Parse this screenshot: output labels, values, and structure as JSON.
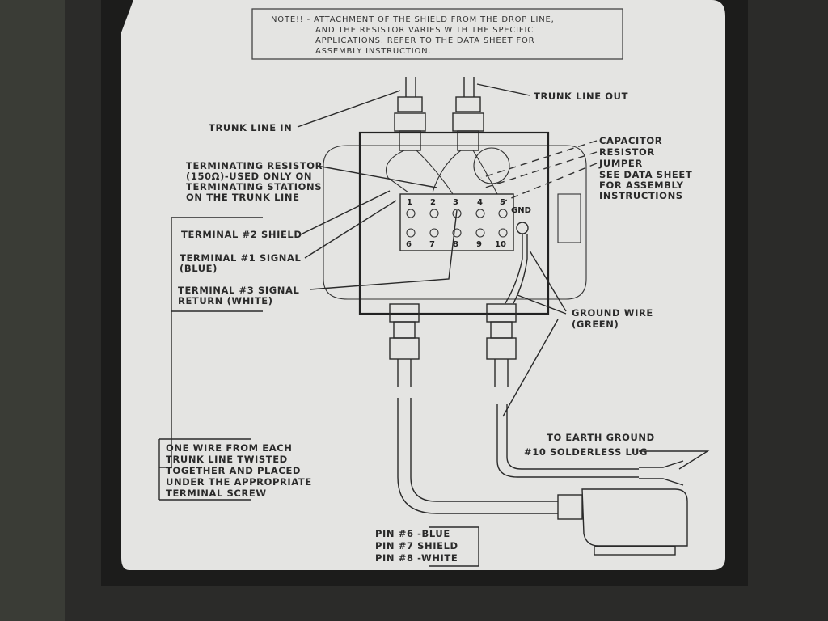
{
  "note": [
    "NOTE!! - ATTACHMENT OF THE SHIELD FROM THE DROP LINE,",
    "AND THE RESISTOR VARIES WITH THE SPECIFIC",
    "APPLICATIONS. REFER TO THE DATA SHEET FOR",
    "ASSEMBLY INSTRUCTION."
  ],
  "trunk_in": "TRUNK LINE IN",
  "trunk_out": "TRUNK LINE OUT",
  "components": [
    "CAPACITOR",
    "RESISTOR",
    "JUMPER",
    "SEE DATA SHEET",
    "FOR ASSEMBLY",
    "INSTRUCTIONS"
  ],
  "terminating_resistor": [
    "TERMINATING RESISTOR",
    "(150Ω)-USED ONLY ON",
    "TERMINATING STATIONS",
    "ON THE TRUNK LINE"
  ],
  "terminals": [
    "1",
    "2",
    "3",
    "4",
    "5",
    "6",
    "7",
    "8",
    "9",
    "10"
  ],
  "gnd": "GND",
  "terminal_labels": {
    "shield": "TERMINAL #2 SHIELD",
    "signal": [
      "TERMINAL #1 SIGNAL",
      "(BLUE)"
    ],
    "return": [
      "TERMINAL #3 SIGNAL",
      "RETURN (WHITE)"
    ]
  },
  "ground_wire": [
    "GROUND WIRE",
    "(GREEN)"
  ],
  "earth": [
    "TO EARTH GROUND",
    "#10 SOLDERLESS LUG"
  ],
  "one_wire": [
    "ONE WIRE FROM EACH",
    "TRUNK LINE TWISTED",
    "TOGETHER AND PLACED",
    "UNDER THE APPROPRIATE",
    "TERMINAL SCREW"
  ],
  "pins": [
    "PIN #6 -BLUE",
    "PIN #7 SHIELD",
    "PIN #8 -WHITE"
  ]
}
